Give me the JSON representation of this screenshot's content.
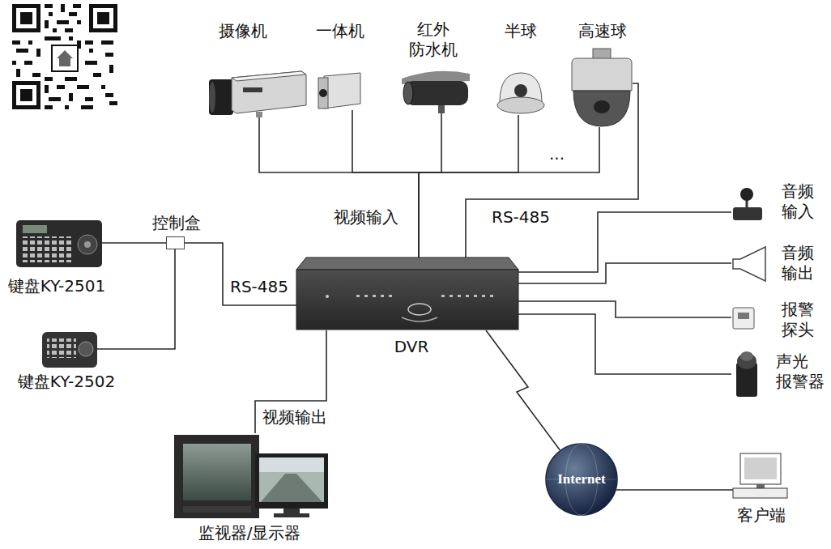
{
  "diagram": {
    "nodes": [
      {
        "text": [
          "摄像机"
        ]
      },
      {
        "text": [
          "一体机"
        ]
      },
      {
        "text": [
          "红外 防水机"
        ]
      },
      {
        "text": [
          "半球"
        ]
      },
      {
        "text": [
          "高速球"
        ]
      },
      {
        "text": [
          "控制盒"
        ]
      },
      {
        "text": [
          "键盘KY-2501"
        ]
      },
      {
        "text": [
          "键盘KY-2502"
        ]
      },
      {
        "text": [
          "DVR"
        ]
      },
      {
        "text": [
          "音频 输入"
        ]
      },
      {
        "text": [
          "音频 输出"
        ]
      },
      {
        "text": [
          "报警 探头"
        ]
      },
      {
        "text": [
          "声光 报警器"
        ]
      },
      {
        "text": [
          "监视器/显示器"
        ]
      },
      {
        "text": [
          "Internet"
        ]
      },
      {
        "text": [
          "客户端"
        ]
      }
    ],
    "edges": [
      {
        "from": 0,
        "to": 8,
        "arrow": "none"
      },
      {
        "from": 1,
        "to": 8,
        "arrow": "none"
      },
      {
        "from": 2,
        "to": 8,
        "label": "视频输入",
        "arrow": "none"
      },
      {
        "from": 3,
        "to": 8,
        "arrow": "none"
      },
      {
        "from": 4,
        "to": 8,
        "arrow": "none"
      },
      {
        "from": 4,
        "to": 8,
        "label": "RS-485",
        "arrow": "none"
      },
      {
        "from": 6,
        "to": 5,
        "arrow": "none"
      },
      {
        "from": 7,
        "to": 5,
        "arrow": "none"
      },
      {
        "from": 5,
        "to": 8,
        "label": "RS-485",
        "arrow": "none"
      },
      {
        "from": 8,
        "to": 9,
        "arrow": "none"
      },
      {
        "from": 8,
        "to": 10,
        "arrow": "none"
      },
      {
        "from": 8,
        "to": 11,
        "arrow": "none"
      },
      {
        "from": 8,
        "to": 12,
        "arrow": "none"
      },
      {
        "from": 8,
        "to": 13,
        "label": "视频输出",
        "arrow": "none"
      },
      {
        "from": 8,
        "to": 14,
        "arrow": "none"
      },
      {
        "from": 14,
        "to": 15,
        "arrow": "none"
      }
    ],
    "labels": [
      "..."
    ]
  }
}
